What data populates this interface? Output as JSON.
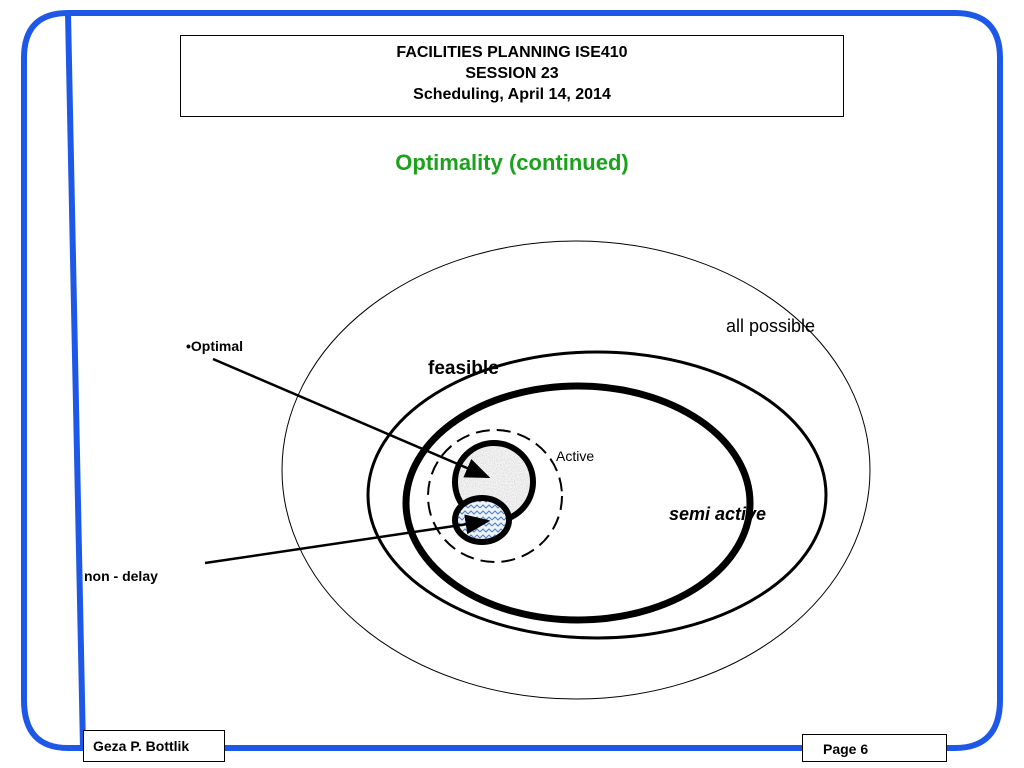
{
  "header": {
    "line1": "FACILITIES PLANNING ISE410",
    "line2": "SESSION 23",
    "line3": "Scheduling, April 14, 2014"
  },
  "subtitle": "Optimality (continued)",
  "colors": {
    "frame": "#1e58e6",
    "subtitle": "#1aa31a",
    "ink": "#000000"
  },
  "labels": {
    "all_possible": "all possible",
    "feasible": "feasible",
    "semi_active": "semi active",
    "active": "Active",
    "optimal": "•Optimal",
    "non_delay": "non - delay"
  },
  "footer": {
    "author": "Geza P. Bottlik",
    "page": "Page 6"
  }
}
